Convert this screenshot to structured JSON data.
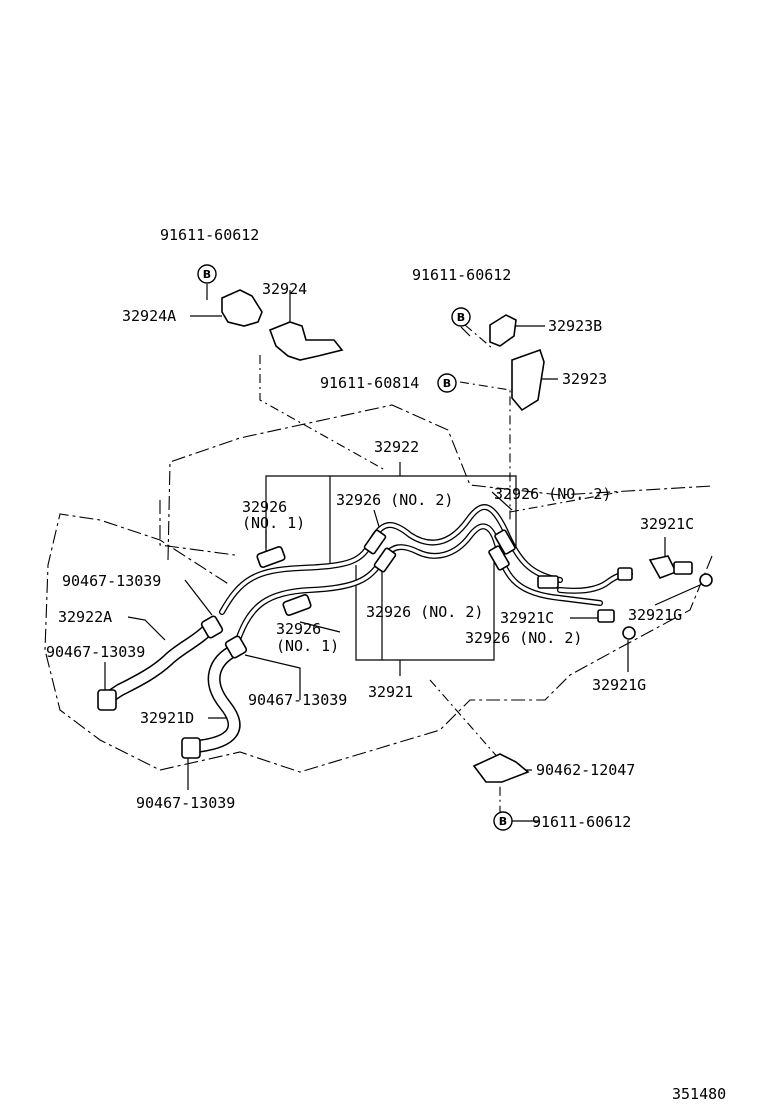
{
  "parts": {
    "bolt_top_left": "91611-60612",
    "bolt_top_right": "91611-60612",
    "bolt_mid": "91611-60814",
    "bolt_bottom": "91611-60612",
    "clamp_upper_left": "32924",
    "clamp_left_a": "32924A",
    "clamp_right_b": "32923B",
    "bracket_right": "32923",
    "tube_group": "32922",
    "tube_assembly": "32921",
    "sleeve_no1_upper": "32926",
    "sleeve_no1_upper_sub": "(NO. 1)",
    "sleeve_no2_upper_mid": "32926 (NO. 2)",
    "sleeve_no2_upper_right": "32926 (NO. 2)",
    "sleeve_no2_lower_mid": "32926 (NO. 2)",
    "sleeve_no2_lower_right": "32926 (NO. 2)",
    "sleeve_no1_lower": "32926",
    "sleeve_no1_lower_sub": "(NO. 1)",
    "union_c_upper": "32921C",
    "union_c_lower": "32921C",
    "gasket_g_upper": "32921G",
    "gasket_g_lower": "32921G",
    "hose_a": "32922A",
    "hose_d": "32921D",
    "hose_clip_1": "90467-13039",
    "hose_clip_2": "90467-13039",
    "hose_clip_3": "90467-13039",
    "hose_clip_4": "90467-13039",
    "clamp_bottom": "90462-12047"
  },
  "bolt_marker": "B",
  "figure_number": "351480"
}
